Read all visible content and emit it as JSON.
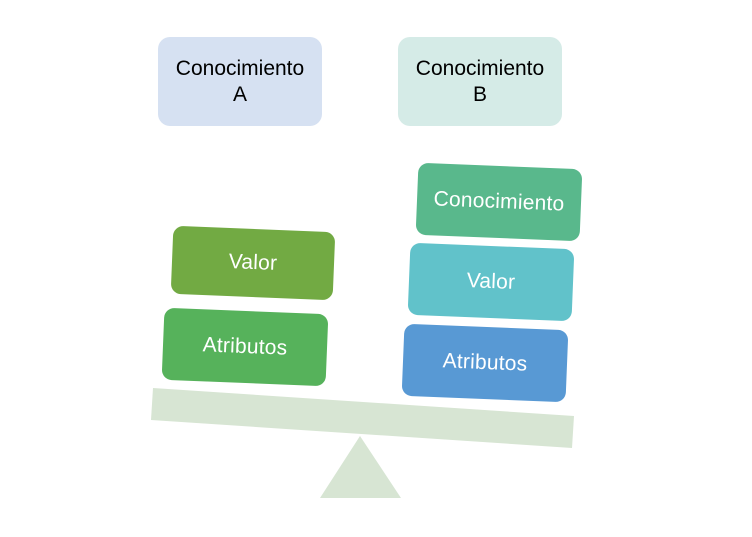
{
  "knowledge_a": {
    "line1": "Conocimiento",
    "line2": "A"
  },
  "knowledge_b": {
    "line1": "Conocimiento",
    "line2": "B"
  },
  "left_pan": {
    "top_block": "Valor",
    "bottom_block": "Atributos"
  },
  "right_pan": {
    "top_block": "Conocimiento",
    "middle_block": "Valor",
    "bottom_block": "Atributos"
  },
  "colors": {
    "box_a": "#d6e1f2",
    "box_b": "#d5ebe7",
    "valor_left": "#72aa43",
    "atributos_left": "#56b25b",
    "conocimiento_right": "#59b88c",
    "valor_right": "#61c2ca",
    "atributos_right": "#5899d4",
    "scale": "#d7e5d3"
  }
}
